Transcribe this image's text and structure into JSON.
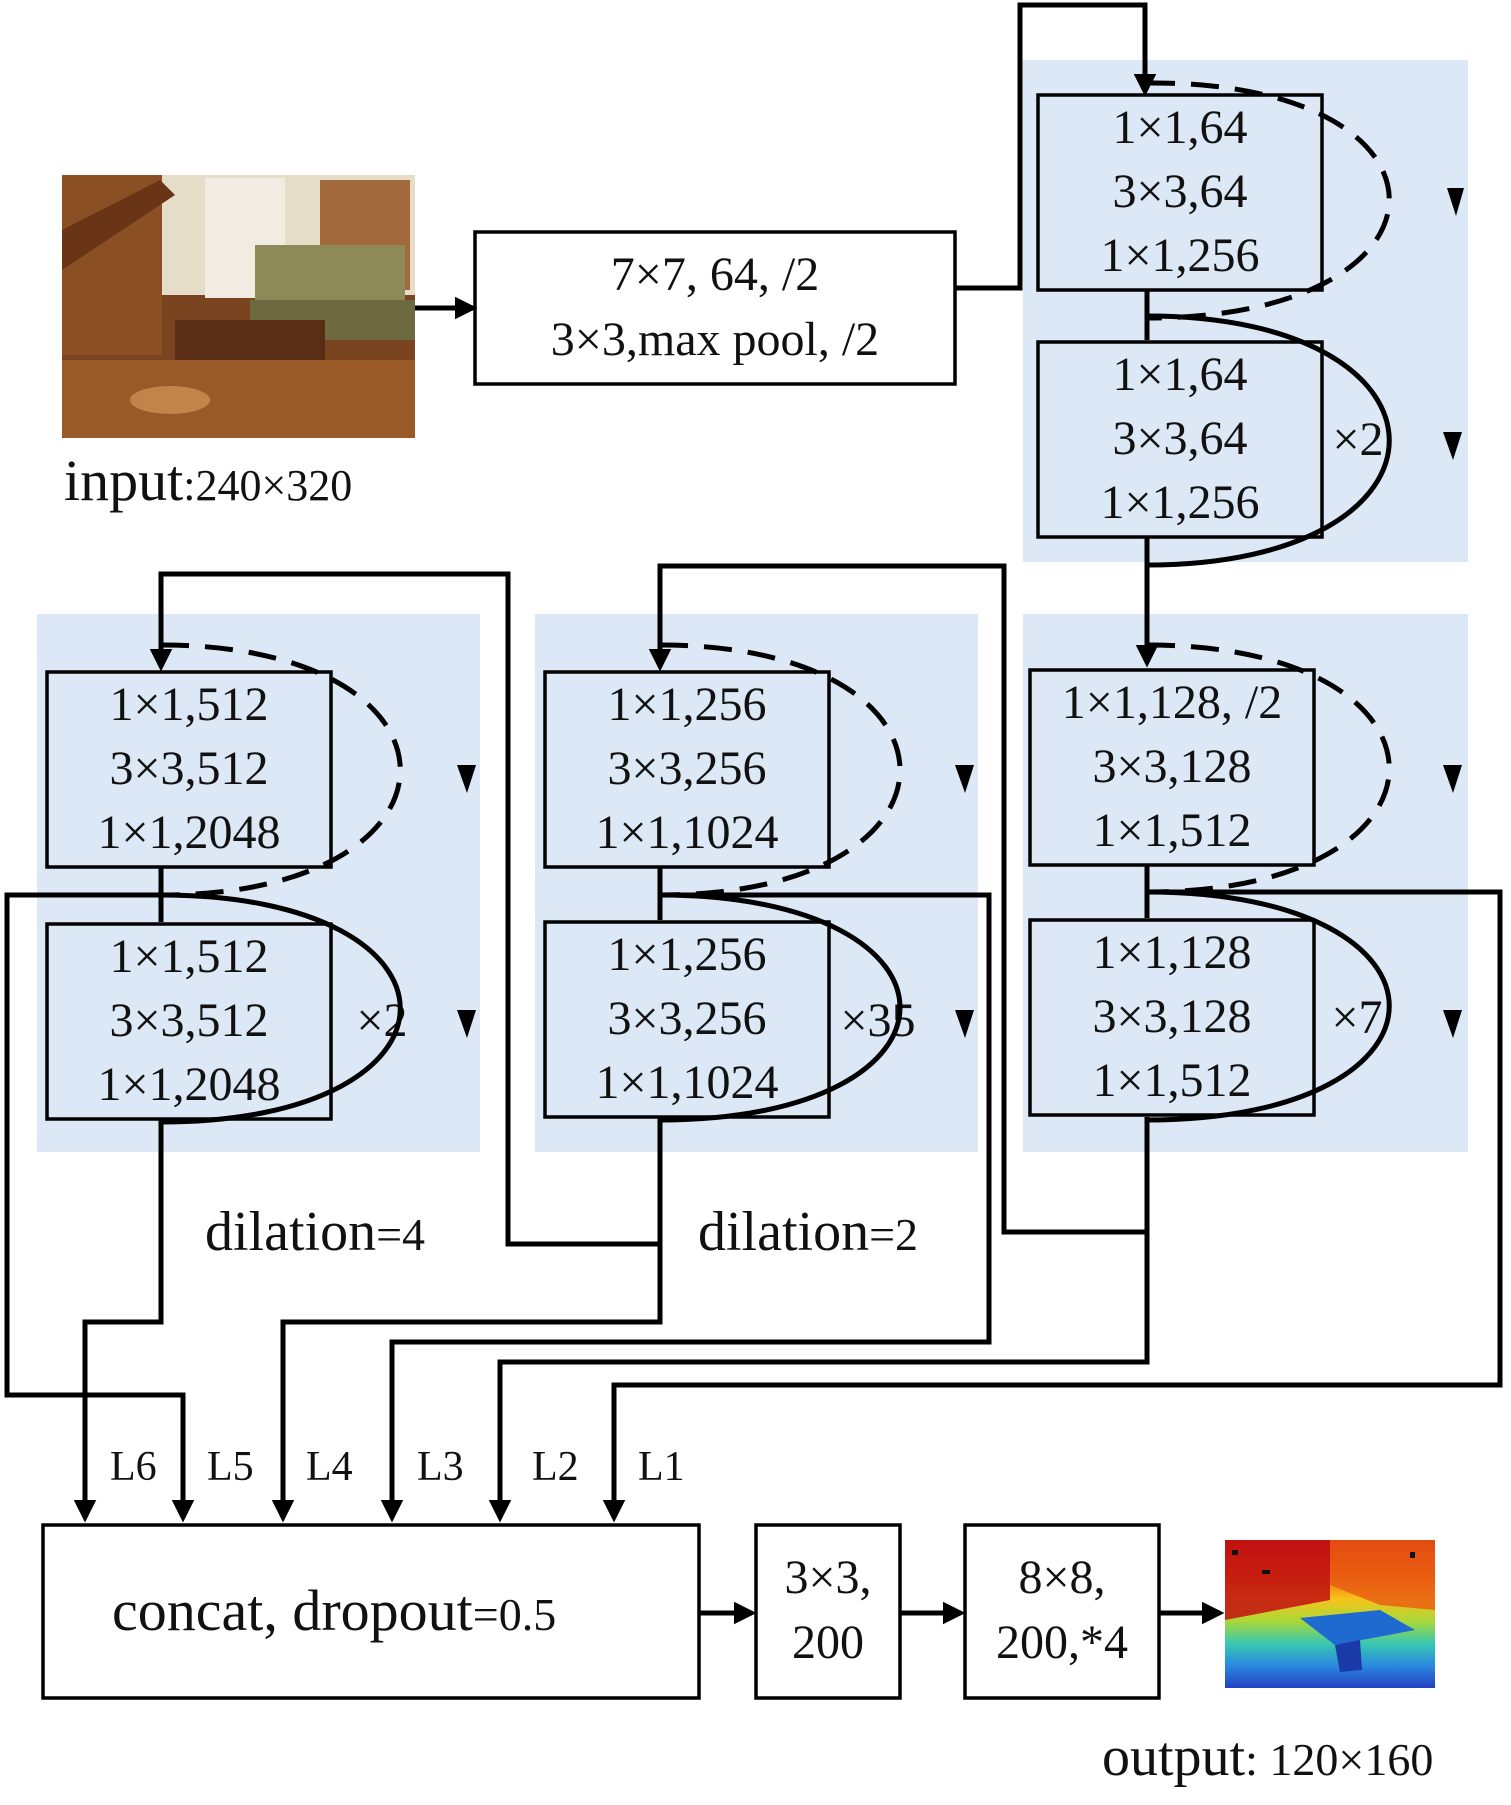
{
  "input": {
    "name": "input",
    "size": ":240×320"
  },
  "stem": {
    "line1": "7×7, 64, /2",
    "line2": "3×3,max pool, /2"
  },
  "stages": {
    "s1": {
      "first": [
        "1×1,64",
        "3×3,64",
        "1×1,256"
      ],
      "rest": [
        "1×1,64",
        "3×3,64",
        "1×1,256"
      ],
      "repeat": "×2"
    },
    "s2": {
      "first": [
        "1×1,128, /2",
        "3×3,128",
        "1×1,512"
      ],
      "rest": [
        "1×1,128",
        "3×3,128",
        "1×1,512"
      ],
      "repeat": "×7"
    },
    "s3": {
      "first": [
        "1×1,256",
        "3×3,256",
        "1×1,1024"
      ],
      "rest": [
        "1×1,256",
        "3×3,256",
        "1×1,1024"
      ],
      "repeat": "×35"
    },
    "s4": {
      "first": [
        "1×1,512",
        "3×3,512",
        "1×1,2048"
      ],
      "rest": [
        "1×1,512",
        "3×3,512",
        "1×1,2048"
      ],
      "repeat": "×2"
    }
  },
  "dilations": {
    "d4": {
      "word": "dilation",
      "value": "=4"
    },
    "d2": {
      "word": "dilation",
      "value": "=2"
    }
  },
  "layers": [
    "L6",
    "L5",
    "L4",
    "L3",
    "L2",
    "L1"
  ],
  "concat": {
    "text": "concat, dropout",
    "value": "=0.5"
  },
  "conv": {
    "line1": "3×3,",
    "line2": "200"
  },
  "deconv": {
    "line1": "8×8,",
    "line2": "200,*4"
  },
  "output": {
    "name": "output",
    "size": ": 120×160"
  },
  "colors": {
    "stage_bg": "#dce8f5",
    "line": "#000000"
  }
}
